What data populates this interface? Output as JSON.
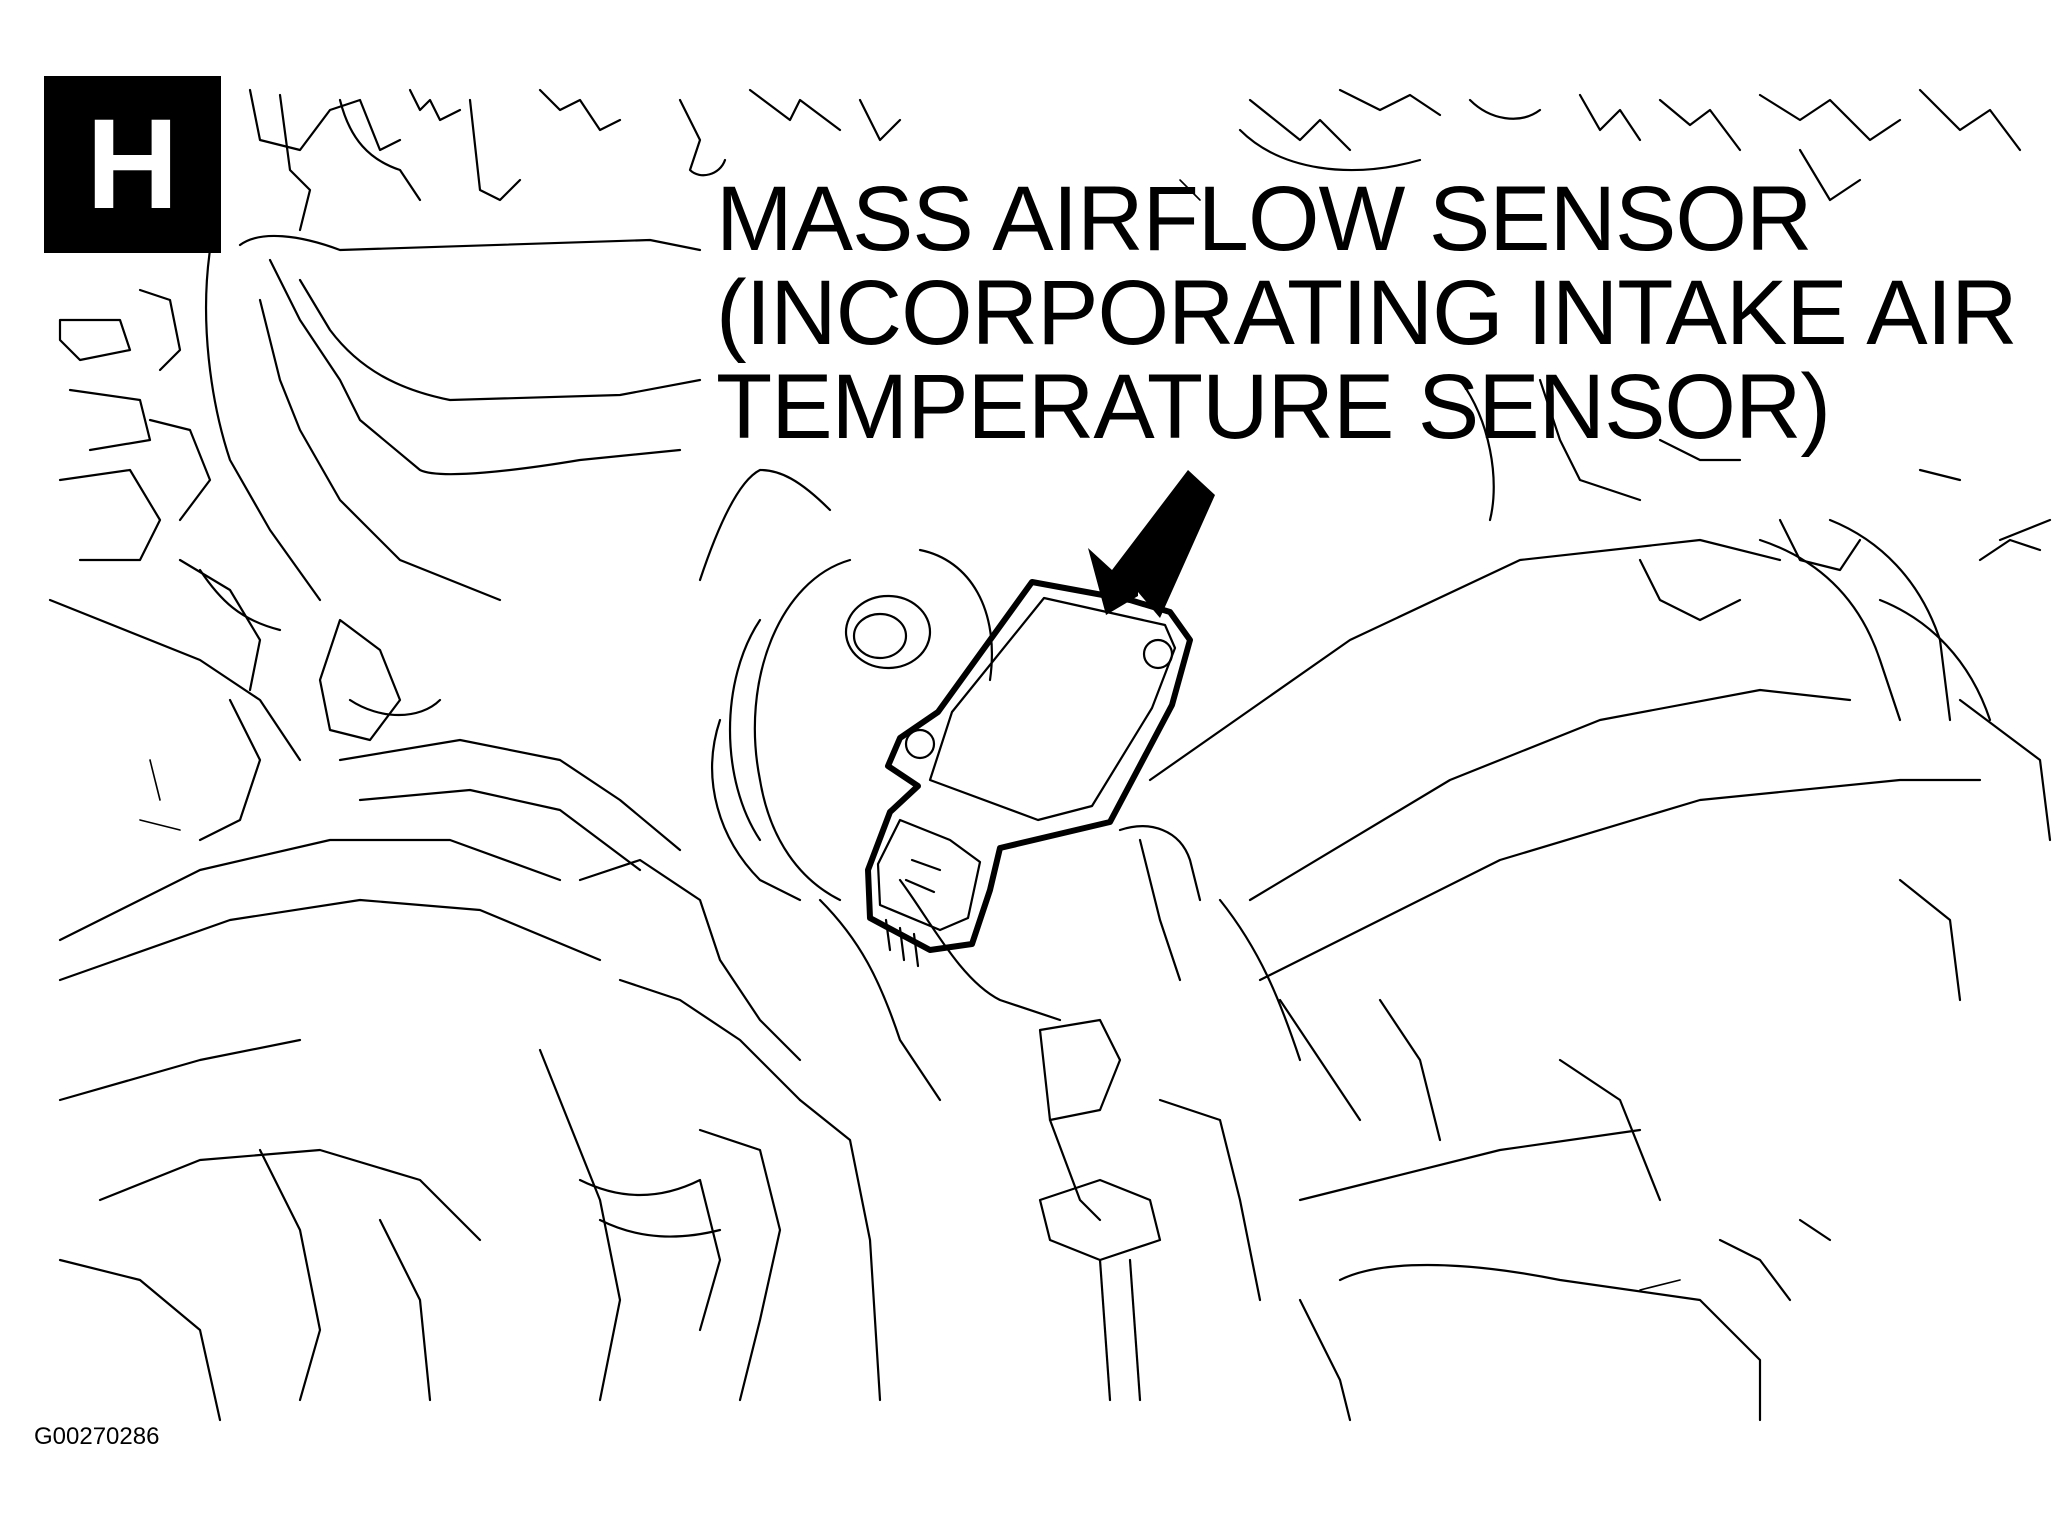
{
  "panel_label": "H",
  "callout": {
    "line1": "MASS AIRFLOW SENSOR",
    "line2": "(INCORPORATING INTAKE AIR",
    "line3": "TEMPERATURE SENSOR)"
  },
  "figure_id": "G00270286",
  "colors": {
    "ink": "#000000",
    "paper": "#ffffff"
  }
}
